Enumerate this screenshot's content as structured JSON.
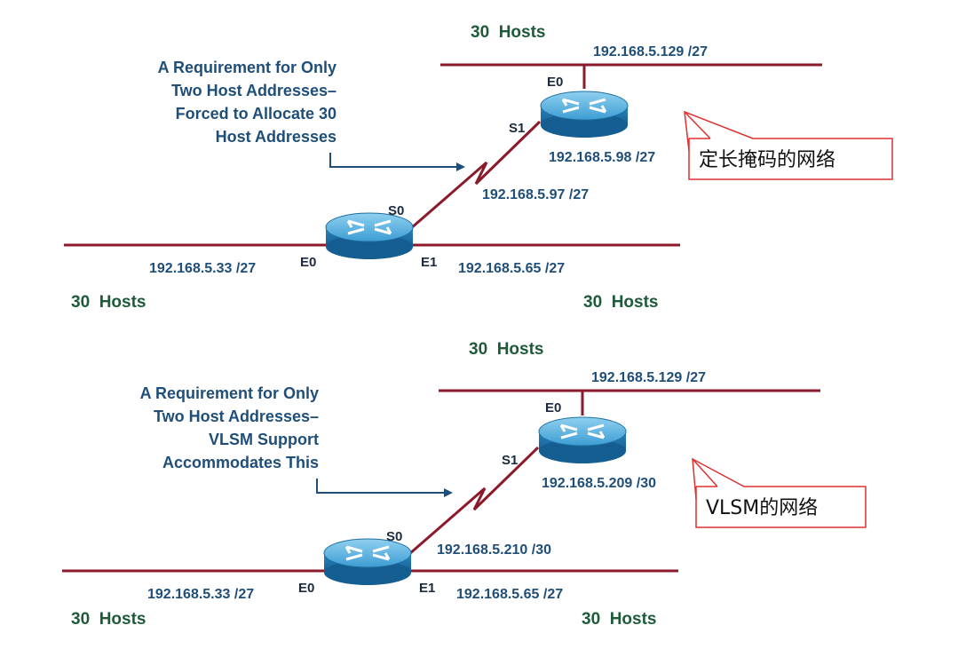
{
  "diagrams": [
    {
      "top_hosts": "30  Hosts",
      "left_hosts": "30  Hosts",
      "right_hosts": "30  Hosts",
      "top_lan_ip": "192.168.5.129 /27",
      "s1_ip": "192.168.5.98 /27",
      "s0_ip": "192.168.5.97 /27",
      "e0_ip": "192.168.5.33 /27",
      "e1_ip": "192.168.5.65 /27",
      "port_top_e0": "E0",
      "port_s1": "S1",
      "port_s0": "S0",
      "port_e0": "E0",
      "port_e1": "E1",
      "note_lines": [
        "A Requirement for Only",
        "Two Host Addresses–",
        "Forced to Allocate 30",
        "Host Addresses"
      ],
      "callout": "定长掩码的网络"
    },
    {
      "top_hosts": "30  Hosts",
      "left_hosts": "30  Hosts",
      "right_hosts": "30  Hosts",
      "top_lan_ip": "192.168.5.129 /27",
      "s1_ip": "192.168.5.209 /30",
      "s0_ip": "192.168.5.210 /30",
      "e0_ip": "192.168.5.33 /27",
      "e1_ip": "192.168.5.65 /27",
      "port_top_e0": "E0",
      "port_s1": "S1",
      "port_s0": "S0",
      "port_e0": "E0",
      "port_e1": "E1",
      "note_lines": [
        "A Requirement for Only",
        "Two Host Addresses–",
        "VLSM Support",
        "Accommodates This"
      ],
      "callout": "VLSM的网络"
    }
  ],
  "colors": {
    "lan_line": "#8b1a2b",
    "router_body": "#1f7fb6",
    "router_top": "#5db3e0",
    "callout_border": "#e03030",
    "note_text": "#1f4e79",
    "hosts_text": "#1f5a3a"
  },
  "icons": {
    "router": "router-icon",
    "arrow": "arrow-icon",
    "serial_link": "zigzag-serial-link"
  }
}
